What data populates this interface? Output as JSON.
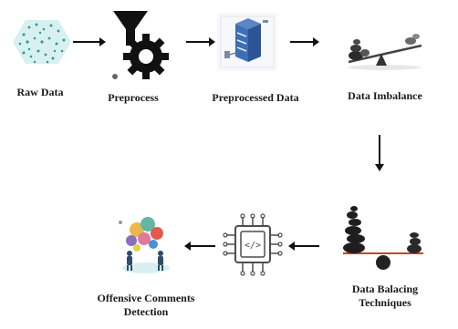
{
  "nodes": {
    "raw_data": {
      "label": "Raw Data",
      "icon": "data-cloud-icon"
    },
    "preprocess": {
      "label": "Preprocess",
      "icon": "funnel-gear-icon"
    },
    "preprocessed_data": {
      "label": "Preprocessed Data",
      "icon": "server-stack-icon"
    },
    "data_imbalance": {
      "label": "Data Imbalance",
      "icon": "imbalanced-seesaw-icon"
    },
    "data_balancing": {
      "label_line1": "Data Balacing",
      "label_line2": "Techniques",
      "icon": "balanced-stones-icon"
    },
    "model": {
      "icon": "code-chip-icon"
    },
    "offensive": {
      "label_line1": "Offensive Comments",
      "label_line2": "Detection",
      "icon": "people-speech-bubbles-icon"
    }
  },
  "colors": {
    "arrow": "#111111",
    "chip": "#4d4d4d",
    "server_blue": "#3b6fb6"
  }
}
